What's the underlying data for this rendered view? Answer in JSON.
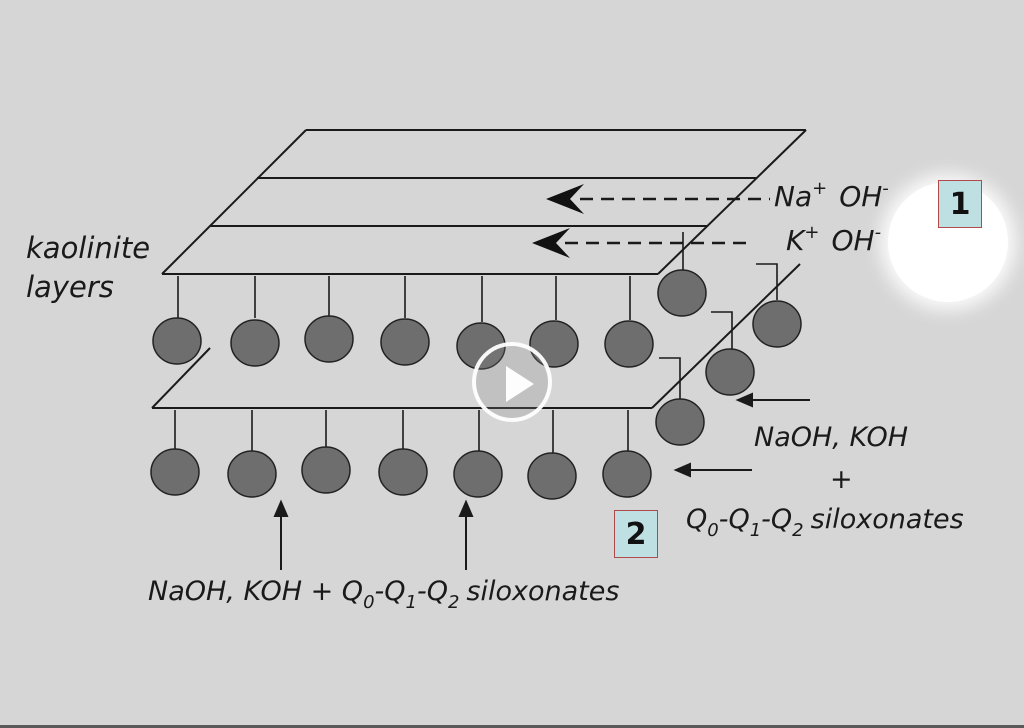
{
  "labels": {
    "kaolinite_line1": "kaolinite",
    "kaolinite_line2": "layers",
    "na_ion": "Na",
    "k_ion": "K",
    "plus": "+",
    "oh": "OH",
    "minus": "-",
    "right_naoh_koh": "NaOH, KOH",
    "right_plus": "+",
    "q0": "Q",
    "q_sub0": "0",
    "q1": "-Q",
    "q_sub1": "1",
    "q2": "-Q",
    "q_sub2": "2",
    "siloxonates": "siloxonates",
    "bottom_naoh_koh": "NaOH, KOH + "
  },
  "badges": {
    "one": "1",
    "two": "2"
  },
  "colors": {
    "background": "#d6d6d6",
    "line": "#1a1a1a",
    "sphere": "#6e6e6e",
    "badge_fill": "#bfe0e3",
    "badge_border": "#b14a4a"
  },
  "icons": {
    "play": "play-icon"
  }
}
